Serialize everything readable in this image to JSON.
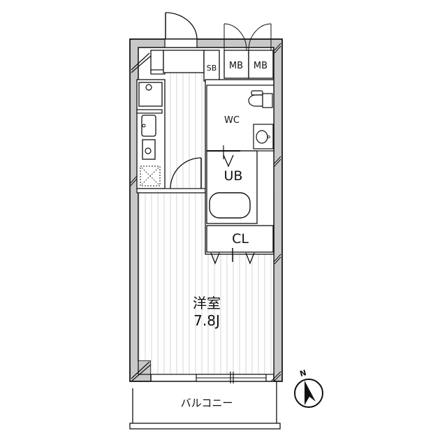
{
  "floorplan": {
    "rooms": {
      "shoebox": "SB",
      "meterbox_1": "MB",
      "meterbox_2": "MB",
      "toilet": "WC",
      "bath": "UB",
      "closet": "CL",
      "western_room": "洋室",
      "western_room_size": "7.8J",
      "balcony": "バルコニー"
    },
    "compass": {
      "label": "N"
    },
    "colors": {
      "wall": "#c8c8c8",
      "line": "#111111",
      "floor_stripe": "#d9d9d9",
      "background": "#ffffff"
    }
  }
}
